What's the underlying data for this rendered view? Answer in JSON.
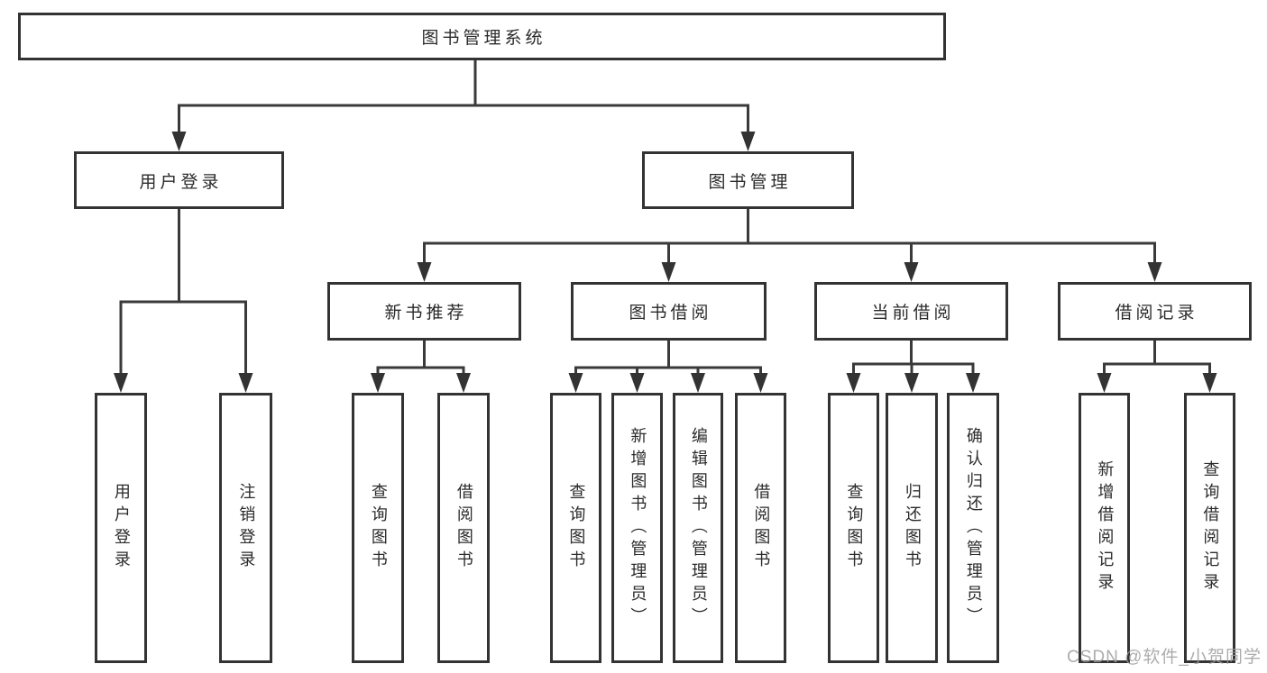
{
  "diagram": {
    "root": {
      "label": "图书管理系统"
    },
    "level2": [
      {
        "label": "用户登录"
      },
      {
        "label": "图书管理"
      }
    ],
    "level3": [
      {
        "label": "新书推荐"
      },
      {
        "label": "图书借阅"
      },
      {
        "label": "当前借阅"
      },
      {
        "label": "借阅记录"
      }
    ],
    "leaves": [
      {
        "label": "用户登录"
      },
      {
        "label": "注销登录"
      },
      {
        "label": "查询图书"
      },
      {
        "label": "借阅图书"
      },
      {
        "label": "查询图书"
      },
      {
        "label": "新增图书（管理员）"
      },
      {
        "label": "编辑图书（管理员）"
      },
      {
        "label": "借阅图书"
      },
      {
        "label": "查询图书"
      },
      {
        "label": "归还图书"
      },
      {
        "label": "确认归还（管理员）"
      },
      {
        "label": "新增借阅记录"
      },
      {
        "label": "查询借阅记录"
      }
    ]
  },
  "watermark": {
    "text": "CSDN @软件_小贺同学"
  },
  "colors": {
    "line": "#3a3a3a",
    "border": "#333333",
    "text": "#2b2b2b",
    "watermark": "#9e9e9e",
    "background": "#ffffff"
  }
}
